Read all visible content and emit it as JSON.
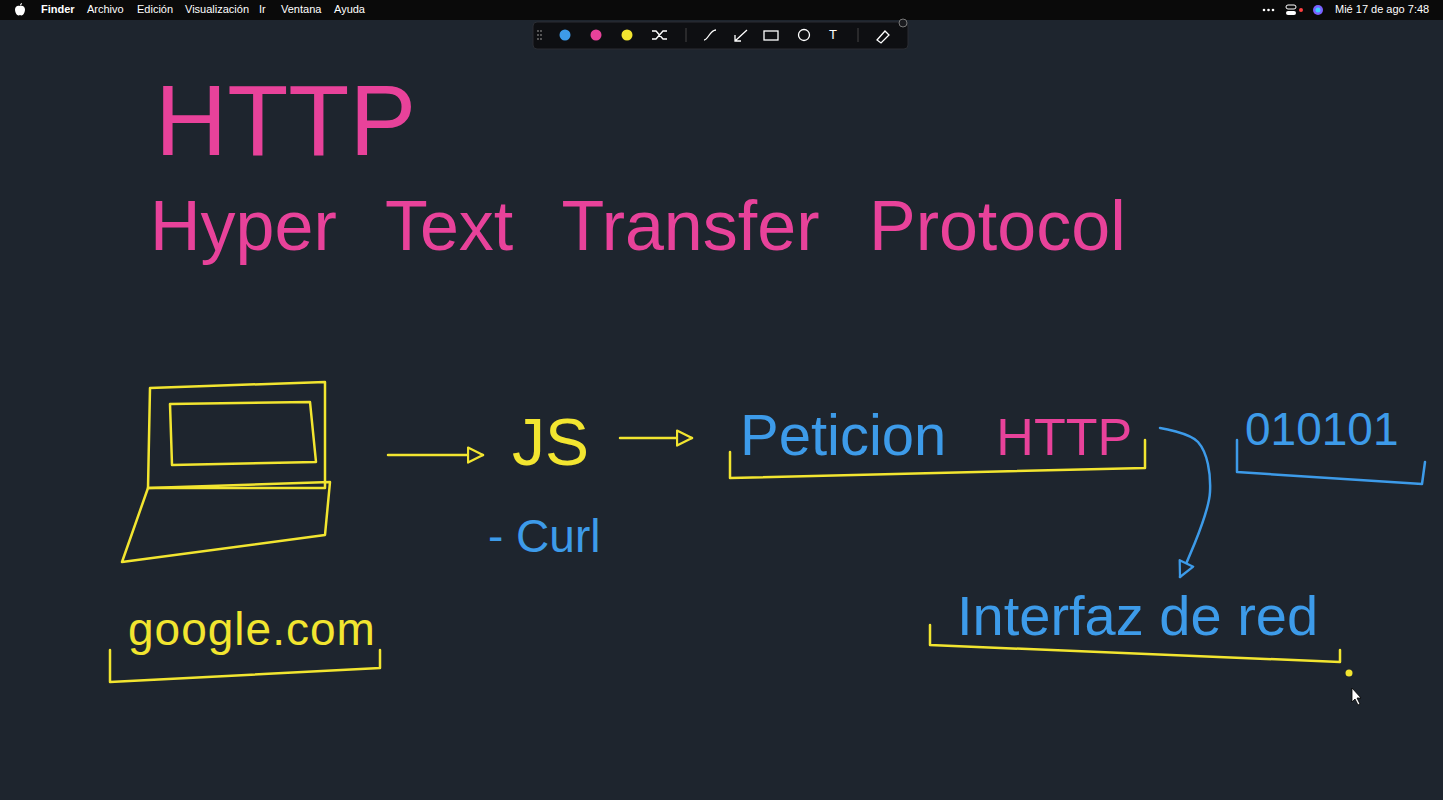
{
  "diagram": {
    "title": "HTTP",
    "nodes": [
      {
        "text": [
          "google.com"
        ]
      },
      {
        "text": [
          "JS"
        ]
      },
      {
        "text": [
          "Peticion",
          "HTTP"
        ]
      },
      {
        "text": [
          "010101"
        ]
      },
      {
        "text": [
          "Interfaz de red"
        ]
      }
    ],
    "edges": [
      {
        "from": 0,
        "to": 1,
        "arrow": "to"
      },
      {
        "from": 1,
        "to": 2,
        "arrow": "to"
      },
      {
        "from": 2,
        "to": 4,
        "arrow": "to"
      }
    ],
    "labels": [
      "Hyper Text Transfer Protocol",
      "- Curl",
      "Finder",
      "Archivo",
      "Edición",
      "Visualización",
      "Ir",
      "Ventana",
      "Ayuda",
      "Mié 17 de ago 7:48",
      "T"
    ]
  }
}
